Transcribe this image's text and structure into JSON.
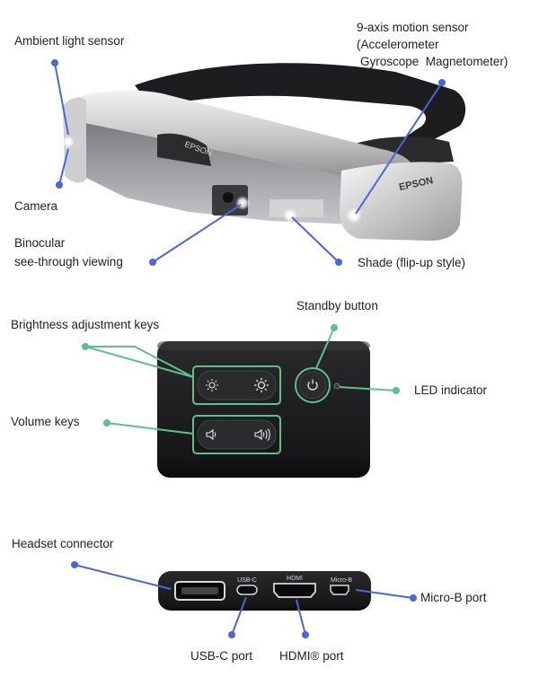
{
  "headset": {
    "ambient_light_sensor": "Ambient light sensor",
    "motion_sensor_line1": "9-axis motion sensor",
    "motion_sensor_line2": "(Accelerometer",
    "motion_sensor_line3": "Gyroscope  Magnetometer)",
    "camera": "Camera",
    "binocular_line1": "Binocular",
    "binocular_line2": "see-through viewing",
    "shade": "Shade (flip-up style)",
    "brand_front": "EPSON",
    "brand_side": "EPSON"
  },
  "controller_top": {
    "standby_button": "Standby button",
    "brightness_keys": "Brightness adjustment keys",
    "led_indicator": "LED indicator",
    "volume_keys": "Volume keys"
  },
  "controller_ports": {
    "headset_connector": "Headset connector",
    "micro_b_port": "Micro-B port",
    "usb_c_port": "USB-C port",
    "hdmi_port": "HDMI® port",
    "usbc_silk": "USB-C",
    "hdmi_silk": "HDMI",
    "microb_silk": "Micro-B"
  },
  "colors": {
    "headset_callout": "#4a66d8",
    "keys_callout": "#5fbf8f",
    "device_body": "#1c1c1e"
  }
}
